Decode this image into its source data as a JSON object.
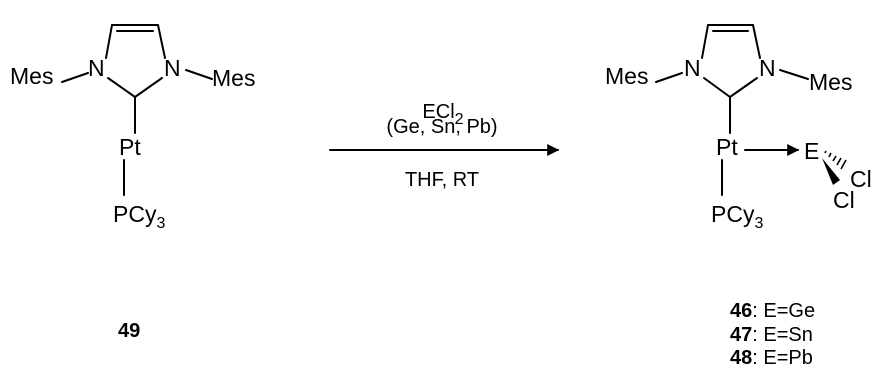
{
  "reactant": {
    "substituent_left": "Mes",
    "substituent_right": "Mes",
    "n1": "N",
    "n2": "N",
    "metal": "Pt",
    "ligand_main": "PCy",
    "ligand_sub": "3",
    "compound_number": "49"
  },
  "reaction": {
    "reagent_main": "ECl",
    "reagent_sub": "2",
    "reagent_note": "(Ge, Sn, Pb)",
    "conditions": "THF, RT"
  },
  "product": {
    "substituent_left": "Mes",
    "substituent_right": "Mes",
    "n1": "N",
    "n2": "N",
    "metal": "Pt",
    "element": "E",
    "halide_1": "Cl",
    "halide_2": "Cl",
    "ligand_main": "PCy",
    "ligand_sub": "3",
    "variants": [
      {
        "number": "46",
        "text": ": E=Ge"
      },
      {
        "number": "47",
        "text": ": E=Sn"
      },
      {
        "number": "48",
        "text": ": E=Pb"
      }
    ]
  }
}
